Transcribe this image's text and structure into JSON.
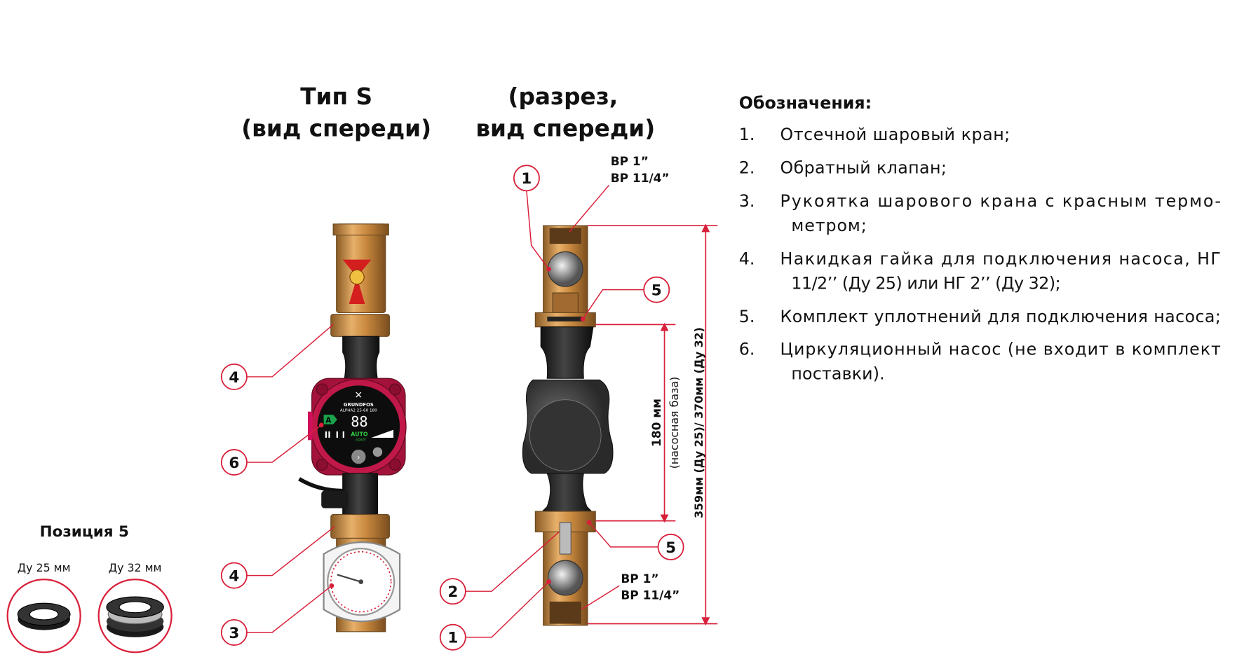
{
  "titles": {
    "front_line1": "Тип S",
    "front_line2": "(вид спереди)",
    "section_line1": "(разрез,",
    "section_line2": "вид спереди)"
  },
  "position5": {
    "title": "Позиция 5",
    "du25": "Ду 25 мм",
    "du32": "Ду 32 мм"
  },
  "thread_labels": {
    "top_1": "ВР 1”",
    "top_2": "ВР 11/4”",
    "bottom_1": "ВР 1”",
    "bottom_2": "ВР 11/4”"
  },
  "dimensions": {
    "base": "180 мм",
    "base_note": "(насосная база)",
    "total": "359мм (Ду 25)/ 370мм (Ду 32)"
  },
  "pump_display": {
    "brand": "GRUNDFOS",
    "model": "ALPHA2  25-60 180",
    "digits": "88",
    "mode": "AUTO",
    "mode_sub": "ADAPT",
    "class": "A"
  },
  "callouts": {
    "front": [
      "4",
      "6",
      "4",
      "3"
    ],
    "section": [
      "1",
      "5",
      "5",
      "2",
      "1"
    ]
  },
  "legend": {
    "title": "Обозначения:",
    "items": [
      {
        "num": "1.",
        "lines": [
          "Отсечной шаровый кран;"
        ]
      },
      {
        "num": "2.",
        "lines": [
          "Обратный клапан;"
        ]
      },
      {
        "num": "3.",
        "lines": [
          "Рукоятка шарового крана с красным термо-",
          "метром;"
        ]
      },
      {
        "num": "4.",
        "lines": [
          "Накидкая гайка для подключения насоса, НГ",
          "11/2’’ (Ду 25) или НГ 2’’ (Ду 32);"
        ]
      },
      {
        "num": "5.",
        "lines": [
          "Комплект уплотнений для подключения насоса;"
        ]
      },
      {
        "num": "6.",
        "lines": [
          "Циркуляционный насос (не входит в комплект",
          "поставки)."
        ]
      }
    ]
  },
  "colors": {
    "accent": "#d9203a",
    "brass": "#c8883d",
    "pump_red": "#a3123a"
  }
}
